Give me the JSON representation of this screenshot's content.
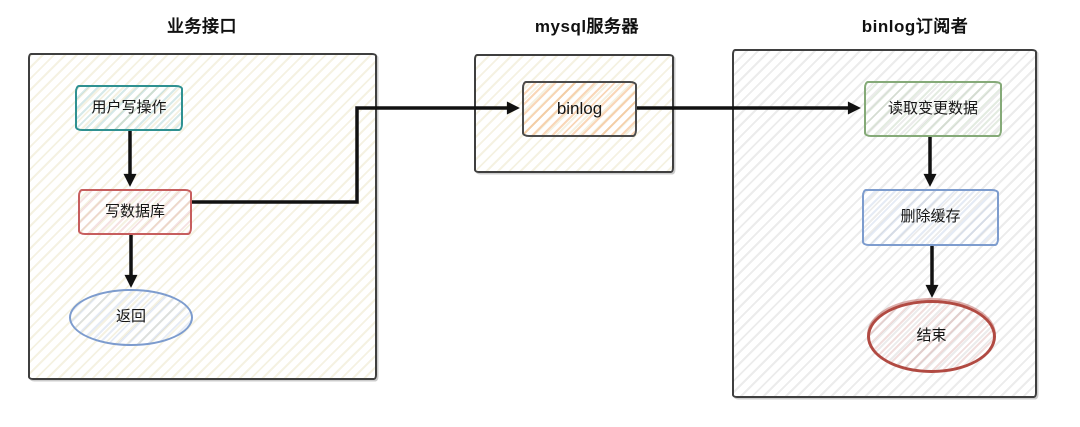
{
  "titles": {
    "left": "业务接口",
    "middle": "mysql服务器",
    "right": "binlog订阅者"
  },
  "nodes": {
    "user_write": "用户写操作",
    "write_db": "写数据库",
    "return": "返回",
    "binlog": "binlog",
    "read_change": "读取变更数据",
    "delete_cache": "删除缓存",
    "end": "结束"
  },
  "edges": [
    {
      "from": "user_write",
      "to": "write_db"
    },
    {
      "from": "write_db",
      "to": "return"
    },
    {
      "from": "write_db",
      "to": "binlog"
    },
    {
      "from": "binlog",
      "to": "read_change"
    },
    {
      "from": "read_change",
      "to": "delete_cache"
    },
    {
      "from": "delete_cache",
      "to": "end"
    }
  ],
  "colors": {
    "teal": "#2f9191",
    "red": "#c75e5e",
    "blue": "#7d9cce",
    "green": "#85aa78",
    "end-red": "#b14a42",
    "gray-dark": "#4b4b4b",
    "container-border": "#3f3f3f",
    "arrow": "#111111"
  }
}
